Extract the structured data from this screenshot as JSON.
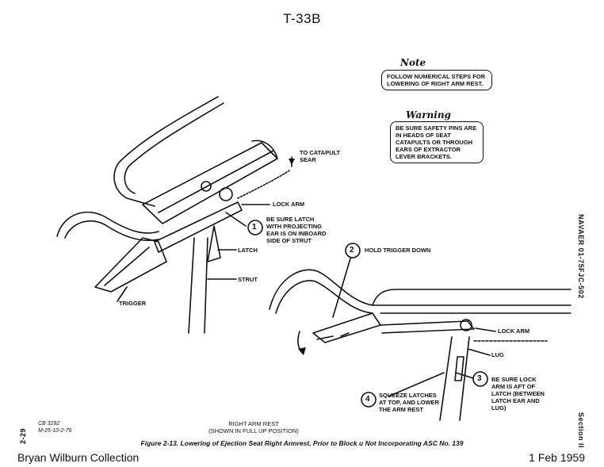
{
  "header": {
    "title": "T-33B"
  },
  "note": {
    "heading": "Note",
    "text": "FOLLOW NUMERICAL STEPS FOR LOWERING OF RIGHT ARM REST."
  },
  "warning": {
    "heading": "Warning",
    "text": "BE SURE SAFETY PINS ARE IN HEADS OF SEAT CATAPULTS OR THROUGH EARS OF EXTRACTOR LEVER BRACKETS."
  },
  "labels": {
    "to_catapult": "TO CATAPULT SEAR",
    "lock_arm_left": "LOCK ARM",
    "latch": "LATCH",
    "strut": "STRUT",
    "trigger": "TRIGGER",
    "lock_arm_right": "LOCK ARM",
    "lug": "LUG",
    "right_arm_rest": "RIGHT ARM REST",
    "shown_position": "(SHOWN IN FULL UP POSITION)"
  },
  "steps": [
    {
      "number": "1",
      "text": "BE SURE LATCH WITH PROJECTING EAR IS ON INBOARD SIDE OF STRUT"
    },
    {
      "number": "2",
      "text": "HOLD TRIGGER DOWN"
    },
    {
      "number": "3",
      "text": "BE SURE LOCK ARM IS AFT OF LATCH (BETWEEN LATCH EAR AND LUG)"
    },
    {
      "number": "4",
      "text": "SQUEEZE LATCHES AT TOP, AND LOWER THE ARM REST"
    }
  ],
  "side": {
    "navaer": "NAVAER 01-75FJC-502",
    "section": "Section II",
    "page": "2-29"
  },
  "refs": {
    "cb": "CB 3292",
    "code": "M-25-10-2-76"
  },
  "caption": "Figure 2-13. Lowering of Ejection Seat Right Armrest, Prior to Block u Not Incorporating ASC No. 139",
  "footer": {
    "collection": "Bryan Wilburn Collection",
    "date": "1 Feb 1959"
  }
}
